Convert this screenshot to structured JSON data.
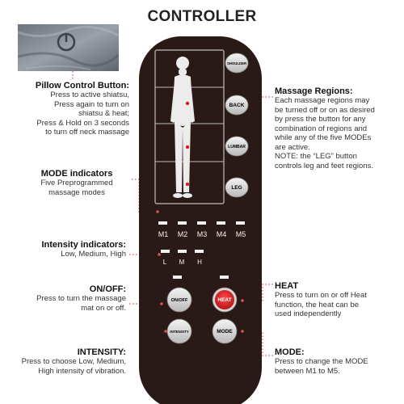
{
  "title": "CONTROLLER",
  "pillow": {
    "title": "Pillow Control Button:",
    "lines": [
      "Press to active shiatsu,",
      "Press again to turn on",
      "shiatsu & heat;",
      "Press & Hold on 3 seconds",
      "to turn off neck massage"
    ]
  },
  "mode_ind": {
    "title": "MODE indicators",
    "lines": [
      "Five Preprogrammed",
      "massage modes"
    ]
  },
  "intensity_ind": {
    "title": "Intensity indicators:",
    "lines": [
      "Low, Medium, High"
    ]
  },
  "onoff_note": {
    "title": "ON/OFF:",
    "lines": [
      "Press to turn the massage",
      "mat on or off."
    ]
  },
  "intensity_note": {
    "title": "INTENSITY:",
    "lines": [
      "Press to choose Low, Medium,",
      "High intensity of vibration."
    ]
  },
  "regions_note": {
    "title": "Massage Regions:",
    "lines": [
      "Each massage regions may",
      "be turned off or on as desired",
      "by press the button for any",
      "combination of regions and",
      "while any of the five MODEs",
      "are active.",
      "NOTE: the “LEG” button",
      "controls leg and feet regions."
    ]
  },
  "heat_note": {
    "title": "HEAT",
    "lines": [
      "Press to turn on or off Heat",
      "function, the heat can be",
      "used independently"
    ]
  },
  "mode_note": {
    "title": "MODE:",
    "lines": [
      "Press to change the MODE",
      "between M1 to M5."
    ]
  },
  "remote": {
    "region_buttons": [
      "SHOULDER",
      "BACK",
      "LUMBAR",
      "LEG"
    ],
    "mode_labels": [
      "M1",
      "M2",
      "M3",
      "M4",
      "M5"
    ],
    "intensity_labels": [
      "L",
      "M",
      "H"
    ],
    "onoff_label": "ON/OFF",
    "heat_label": "HEAT",
    "intensity_label": "INTENSITY",
    "mode_label": "MODE"
  },
  "colors": {
    "remote_body": "#2a1a17",
    "heat_button": "#d62020",
    "button_silver": "#d8d8d8",
    "callout_dots": "#d9534f"
  }
}
